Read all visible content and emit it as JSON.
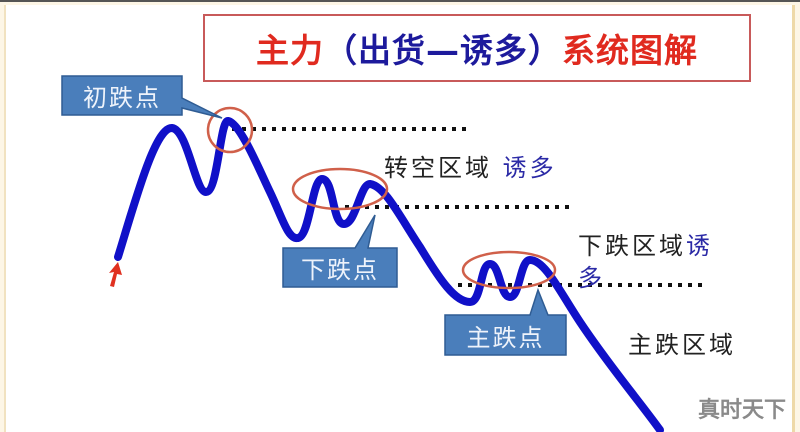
{
  "title": {
    "part1": "主力",
    "part2": "（出货—诱多）",
    "part3": "系统图解",
    "colors": {
      "red": "#e02a1f",
      "blue": "#1d1a9c",
      "border": "#c85a5a"
    }
  },
  "callouts": [
    {
      "id": "initial-drop",
      "label": "初跌点"
    },
    {
      "id": "decline-point",
      "label": "下跌点"
    },
    {
      "id": "main-drop",
      "label": "主跌点"
    }
  ],
  "zones": [
    {
      "id": "short-zone",
      "label": "转空区域",
      "lure": "诱多"
    },
    {
      "id": "decline-zone",
      "label": "下跌区域",
      "lure_line1": "诱",
      "lure_line2": "多"
    },
    {
      "id": "main-drop-zone",
      "label": "主跌区域"
    }
  ],
  "colors": {
    "price_line": "#1010c8",
    "callout_fill": "#4a7ebb",
    "highlight_ellipse": "#d0604a",
    "start_arrow": "#e03020",
    "dotted_line": "#111111"
  },
  "watermark": "真时天下"
}
